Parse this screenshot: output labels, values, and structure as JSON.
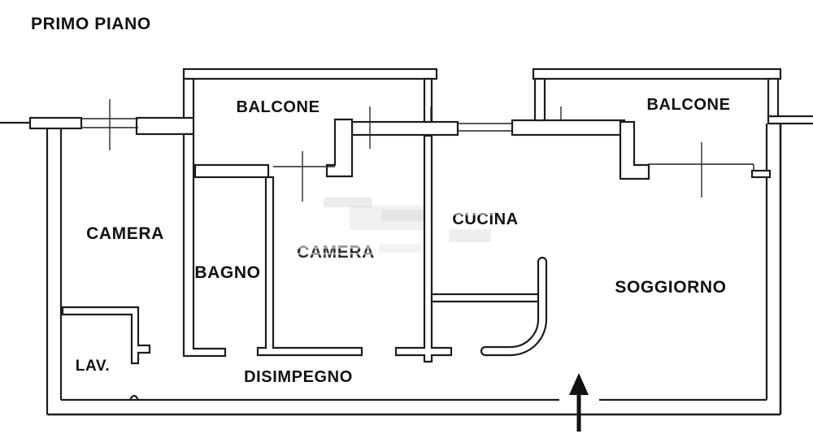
{
  "title": "PRIMO PIANO",
  "plan": {
    "rooms": [
      {
        "id": "balcone-left",
        "label": "BALCONE"
      },
      {
        "id": "balcone-right",
        "label": "BALCONE"
      },
      {
        "id": "camera-left",
        "label": "CAMERA"
      },
      {
        "id": "bagno",
        "label": "BAGNO"
      },
      {
        "id": "camera-middle",
        "label": "CAMERA"
      },
      {
        "id": "cucina",
        "label": "CUCINA"
      },
      {
        "id": "soggiorno",
        "label": "SOGGIORNO"
      },
      {
        "id": "lavanderia",
        "label": "LAV."
      },
      {
        "id": "disimpegno",
        "label": "DISIMPEGNO"
      }
    ],
    "entrance": {
      "symbol": "up-arrow"
    },
    "colors": {
      "line": "#1c1c1c",
      "background": "#ffffff",
      "text": "#111111",
      "smudge": "#aaaaaa"
    }
  }
}
